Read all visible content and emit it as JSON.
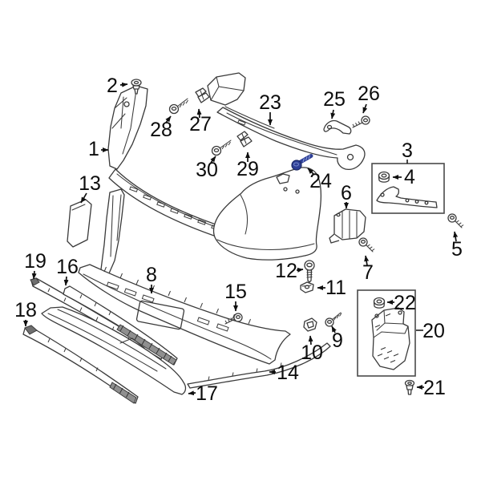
{
  "diagram": {
    "highlighted_callout": "24",
    "colors": {
      "highlight": "#2e3f96",
      "line": "#3a3a3a",
      "label": "#0c0c0c",
      "background": "#ffffff"
    },
    "callouts": [
      {
        "num": "1"
      },
      {
        "num": "2"
      },
      {
        "num": "3"
      },
      {
        "num": "4"
      },
      {
        "num": "5"
      },
      {
        "num": "6"
      },
      {
        "num": "7"
      },
      {
        "num": "8"
      },
      {
        "num": "9"
      },
      {
        "num": "10"
      },
      {
        "num": "11"
      },
      {
        "num": "12"
      },
      {
        "num": "13"
      },
      {
        "num": "14"
      },
      {
        "num": "15"
      },
      {
        "num": "16"
      },
      {
        "num": "17"
      },
      {
        "num": "18"
      },
      {
        "num": "19"
      },
      {
        "num": "20"
      },
      {
        "num": "21"
      },
      {
        "num": "22"
      },
      {
        "num": "23"
      },
      {
        "num": "24"
      },
      {
        "num": "25"
      },
      {
        "num": "26"
      },
      {
        "num": "27"
      },
      {
        "num": "28"
      },
      {
        "num": "29"
      },
      {
        "num": "30"
      }
    ]
  }
}
